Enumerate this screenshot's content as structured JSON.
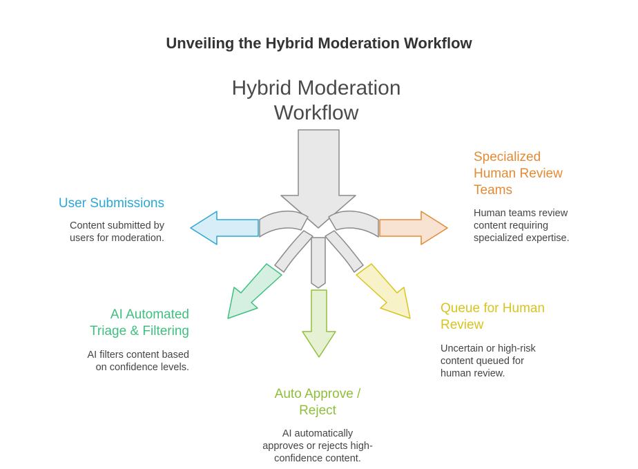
{
  "title": "Unveiling the Hybrid Moderation Workflow",
  "center": {
    "lines": [
      "Hybrid Moderation",
      "Workflow"
    ]
  },
  "colors": {
    "center_fill": "#e8e8e8",
    "center_stroke": "#8a8a8a",
    "user_submissions": "#2aa7d6",
    "ai_triage": "#3fbf7f",
    "auto_approve": "#8fbf3a",
    "queue_review": "#d8c41f",
    "specialized_teams": "#e38a33"
  },
  "nodes": {
    "user_submissions": {
      "title_lines": [
        "User Submissions"
      ],
      "desc_lines": [
        "Content submitted by",
        "users for moderation."
      ]
    },
    "ai_triage": {
      "title_lines": [
        "AI Automated",
        "Triage & Filtering"
      ],
      "desc_lines": [
        "AI filters content based",
        "on confidence levels."
      ]
    },
    "auto_approve": {
      "title_lines": [
        "Auto Approve /",
        "Reject"
      ],
      "desc_lines": [
        "AI automatically",
        "approves or rejects high-",
        "confidence content."
      ]
    },
    "queue_review": {
      "title_lines": [
        "Queue for Human",
        "Review"
      ],
      "desc_lines": [
        "Uncertain or high-risk",
        "content queued for",
        "human review."
      ]
    },
    "specialized_teams": {
      "title_lines": [
        "Specialized",
        "Human Review",
        "Teams"
      ],
      "desc_lines": [
        "Human teams review",
        "content requiring",
        "specialized expertise."
      ]
    }
  }
}
